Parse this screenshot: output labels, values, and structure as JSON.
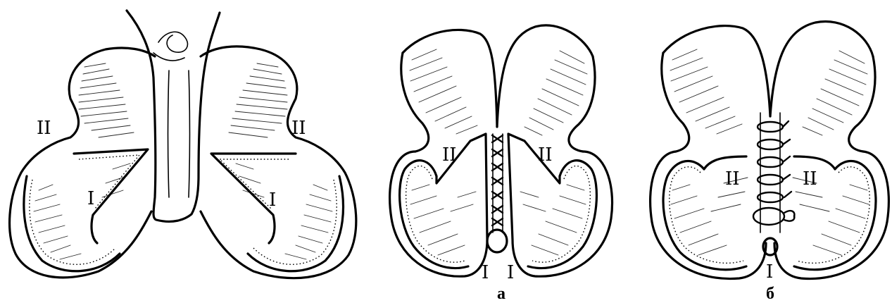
{
  "panels": [
    {
      "caption": "",
      "labels": {
        "outer_left": "II",
        "outer_right": "II",
        "inner_left": "I",
        "inner_right": "I"
      }
    },
    {
      "caption": "а",
      "labels": {
        "outer_left": "II",
        "outer_right": "II",
        "bottom_left": "I",
        "bottom_right": "I"
      }
    },
    {
      "caption": "б",
      "labels": {
        "outer_left": "II",
        "outer_right": "II",
        "bottom": "I"
      }
    }
  ]
}
